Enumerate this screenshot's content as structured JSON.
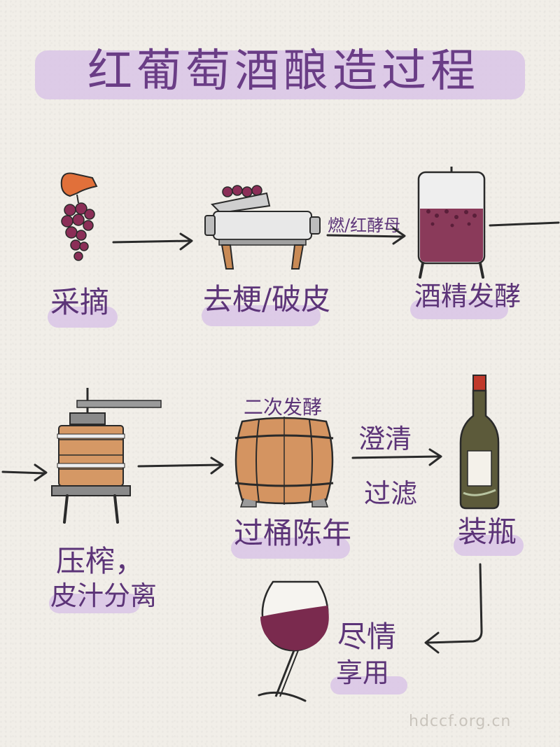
{
  "title": "红葡萄酒酿造过程",
  "steps": {
    "pick": "采摘",
    "destem": "去梗/破皮",
    "ferment": "酒精发酵",
    "press_line1": "压榨，",
    "press_line2": "皮汁分离",
    "barrel": "过桶陈年",
    "bottle": "装瓶",
    "enjoy_line1": "尽情",
    "enjoy_line2": "享用"
  },
  "annotations": {
    "yeast": "燃/红酵母",
    "second_ferment": "二次发酵",
    "clarify": "澄清",
    "filter": "过滤"
  },
  "watermark": "hdccf.org.cn",
  "colors": {
    "ink": "#2a2a2a",
    "purple_text": "#5c3478",
    "highlight": "#d9c4e6",
    "wine": "#7a2a4e",
    "wood": "#c98a55",
    "bottle_green": "#5a5a3a"
  }
}
